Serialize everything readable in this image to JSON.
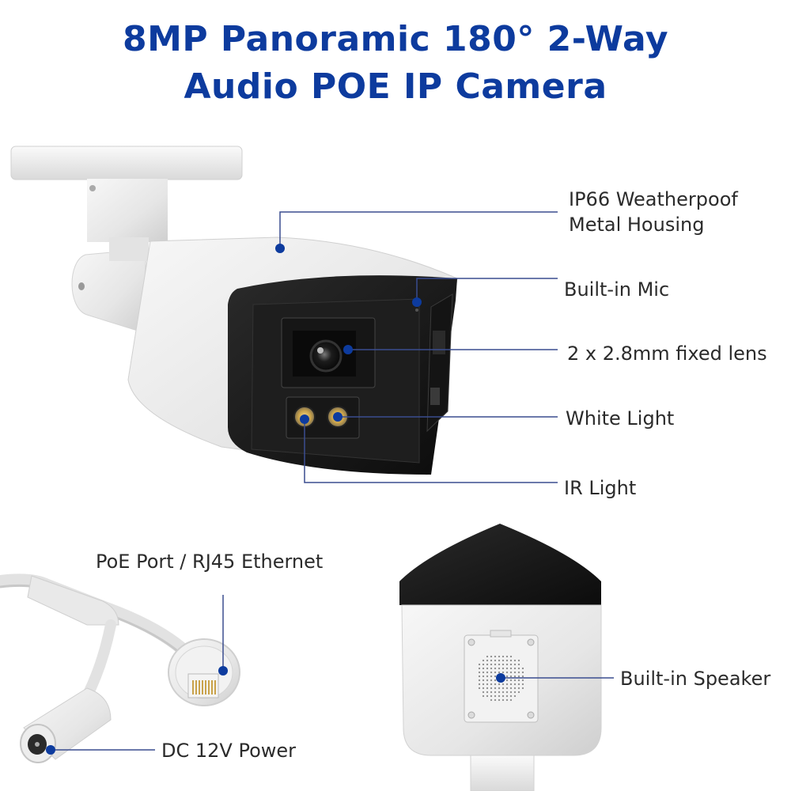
{
  "title": {
    "line1": "8MP Panoramic 180° 2-Way",
    "line2": "Audio POE IP Camera"
  },
  "callouts": {
    "housing_line1": "IP66 Weatherpoof",
    "housing_line2": "Metal Housing",
    "mic": "Built-in Mic",
    "lens": "2 x 2.8mm fixed lens",
    "white_light": "White Light",
    "ir_light": "IR Light",
    "poe_port": "PoE Port / RJ45 Ethernet",
    "dc_power": "DC 12V Power",
    "speaker": "Built-in Speaker"
  },
  "colors": {
    "title_blue": "#0d3b9e",
    "callout_dot": "#0d3b9e",
    "callout_line": "#3a4d8f",
    "label_text": "#2b2b2b"
  },
  "icons": {
    "callout_marker": "callout-dot-icon"
  }
}
